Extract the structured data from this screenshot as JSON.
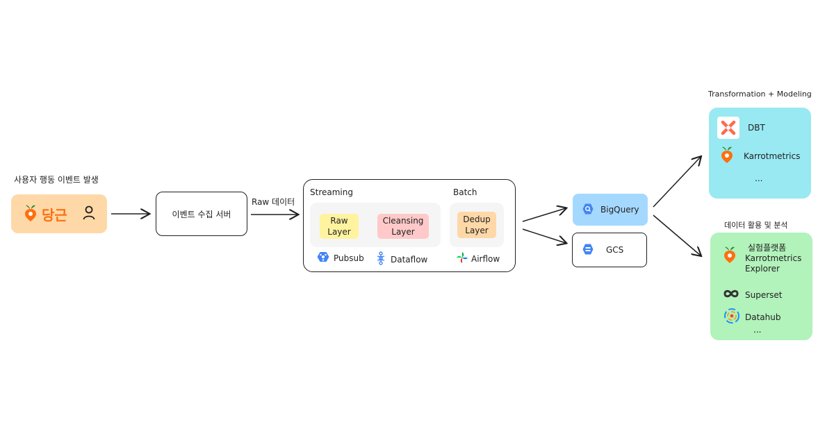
{
  "user_event": {
    "title": "사용자 행동 이벤트 발생",
    "brand": "당근"
  },
  "collector": {
    "label": "이벤트 수집 서버"
  },
  "raw_arrow_label": "Raw 데이터",
  "pipeline": {
    "streaming": {
      "title": "Streaming",
      "layers": [
        {
          "line1": "Raw",
          "line2": "Layer"
        },
        {
          "line1": "Cleansing",
          "line2": "Layer"
        }
      ],
      "tools": [
        "Pubsub",
        "Dataflow"
      ]
    },
    "batch": {
      "title": "Batch",
      "layer": {
        "line1": "Dedup",
        "line2": "Layer"
      },
      "tool": "Airflow"
    }
  },
  "storage": {
    "bigquery": "BigQuery",
    "gcs": "GCS"
  },
  "transformation": {
    "title": "Transformation + Modeling",
    "items": [
      "DBT",
      "Karrotmetrics"
    ],
    "more": "..."
  },
  "analysis": {
    "title": "데이터 활용 및 분석",
    "items": [
      {
        "line1": "실험플랫폼",
        "line2": "Karrotmetrics",
        "line3": "Explorer"
      },
      {
        "line1": "Superset"
      },
      {
        "line1": "Datahub"
      }
    ],
    "more": "..."
  },
  "colors": {
    "brand_orange": "#ff6f0f",
    "user_box": "#ffd8a8",
    "raw_layer": "#fff3a0",
    "cleansing_layer": "#ffc9c9",
    "dedup_layer": "#ffd8a8",
    "bigquery_box": "#a5d8ff",
    "transformation_box": "#99e9f2",
    "analysis_box": "#b2f2bb",
    "inner_group": "#f5f5f5"
  }
}
